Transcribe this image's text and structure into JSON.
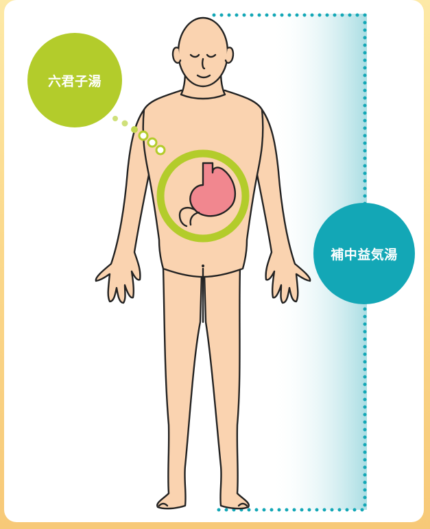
{
  "labels": {
    "rikkunshito": "六君子湯",
    "hochuekkito": "補中益気湯"
  },
  "colors": {
    "frame_gradient_top": "#fde9a6",
    "frame_gradient_bottom": "#f7c978",
    "panel": "#ffffff",
    "skin": "#fad3b0",
    "outline": "#222222",
    "green_accent": "#b3cc2b",
    "teal_accent": "#13a7b6",
    "stomach": "#f1878f"
  },
  "icons": {
    "body": "human-body-figure",
    "stomach": "stomach-organ"
  }
}
